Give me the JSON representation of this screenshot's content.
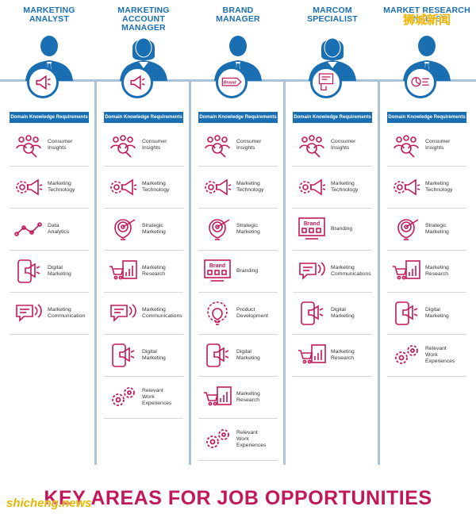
{
  "footer_title": "KEY AREAS FOR JOB OPPORTUNITIES",
  "domain_bar_label": "Domain Knowledge Requirements",
  "watermark_top": "狮城新闻",
  "watermark_bottom": "shicheng.news",
  "colors": {
    "blue": "#1a6fb2",
    "magenta": "#c2185b",
    "divider": "#a9c3da"
  },
  "badge_text": "Brand",
  "roles": [
    {
      "title": "MARKETING\nANALYST",
      "person": "male",
      "badge_icon": "megaphone-magnifier-icon",
      "items": [
        {
          "label": "Consumer\nInsights",
          "icon": "people-magnifier-icon"
        },
        {
          "label": "Marketing\nTechnology",
          "icon": "gear-megaphone-icon"
        },
        {
          "label": "Data\nAnalytics",
          "icon": "line-chart-icon"
        },
        {
          "label": "Digital\nMarketing",
          "icon": "phone-megaphone-icon"
        },
        {
          "label": "Marketing\nCommunication",
          "icon": "speech-bubble-icon"
        }
      ]
    },
    {
      "title": "MARKETING\nACCOUNT MANAGER",
      "person": "female",
      "badge_icon": "megaphone-icon",
      "items": [
        {
          "label": "Consumer\nInsights",
          "icon": "people-magnifier-icon"
        },
        {
          "label": "Marketing\nTechnology",
          "icon": "gear-megaphone-icon"
        },
        {
          "label": "Strategic\nMarketing",
          "icon": "target-bulb-icon"
        },
        {
          "label": "Marketing\nResearch",
          "icon": "cart-chart-icon"
        },
        {
          "label": "Marketing\nCommunications",
          "icon": "speech-bubble-icon"
        },
        {
          "label": "Digital\nMarketing",
          "icon": "phone-megaphone-icon"
        },
        {
          "label": "Relevant\nWork\nExperiences",
          "icon": "gears-icon"
        }
      ]
    },
    {
      "title": "BRAND\nMANAGER",
      "person": "male",
      "badge_icon": "brand-tag-icon",
      "items": [
        {
          "label": "Consumer\nInsights",
          "icon": "people-magnifier-icon"
        },
        {
          "label": "Marketing\nTechnology",
          "icon": "gear-megaphone-icon"
        },
        {
          "label": "Strategic\nMarketing",
          "icon": "target-bulb-icon"
        },
        {
          "label": "Branding",
          "icon": "brand-board-icon"
        },
        {
          "label": "Product\nDevelopment",
          "icon": "gear-bulb-icon"
        },
        {
          "label": "Digital\nMarketing",
          "icon": "phone-megaphone-icon"
        },
        {
          "label": "Marketing\nResearch",
          "icon": "cart-chart-icon"
        },
        {
          "label": "Relevant\nWork\nExperiences",
          "icon": "gears-icon"
        }
      ]
    },
    {
      "title": "MARCOM\nSPECIALIST",
      "person": "female",
      "badge_icon": "tablet-hand-icon",
      "items": [
        {
          "label": "Consumer\nInsights",
          "icon": "people-magnifier-icon"
        },
        {
          "label": "Marketing\nTechnology",
          "icon": "gear-megaphone-icon"
        },
        {
          "label": "Branding",
          "icon": "brand-board-icon"
        },
        {
          "label": "Marketing\nCommunications",
          "icon": "speech-bubble-icon"
        },
        {
          "label": "Digital\nMarketing",
          "icon": "phone-megaphone-icon"
        },
        {
          "label": "Marketing\nResearch",
          "icon": "cart-chart-icon"
        }
      ]
    },
    {
      "title": "MARKET RESEARCH\nANALYST",
      "person": "male",
      "badge_icon": "pie-chart-icon",
      "items": [
        {
          "label": "Consumer\nInsights",
          "icon": "people-magnifier-icon"
        },
        {
          "label": "Marketing\nTechnology",
          "icon": "gear-megaphone-icon"
        },
        {
          "label": "Strategic\nMarketing",
          "icon": "target-bulb-icon"
        },
        {
          "label": "Marketing\nResearch",
          "icon": "cart-chart-icon"
        },
        {
          "label": "Digital\nMarketing",
          "icon": "phone-megaphone-icon"
        },
        {
          "label": "Relevant\nWork\nExperiences",
          "icon": "gears-icon"
        }
      ]
    }
  ]
}
